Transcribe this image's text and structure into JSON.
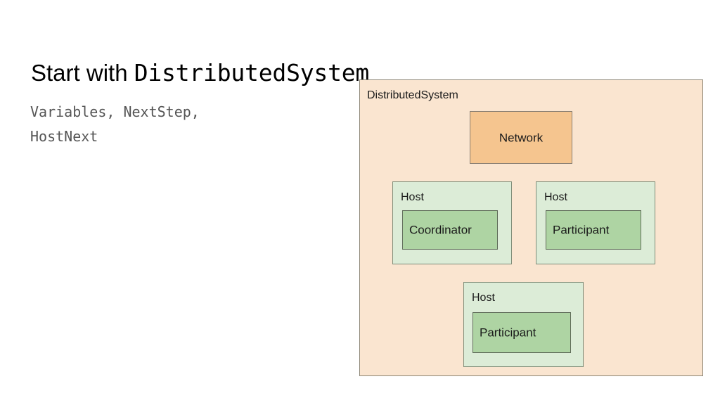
{
  "slide": {
    "title_plain": "Start with ",
    "title_mono": "DistributedSystem",
    "body_line1": "Variables, NextStep,",
    "body_line2": "HostNext"
  },
  "diagram": {
    "container_label": "DistributedSystem",
    "container_color": "#fae5d0",
    "container_border": "#8c8575",
    "network": {
      "label": "Network",
      "color": "#f5c58f",
      "border": "#897f72"
    },
    "host_color": "#dcecd7",
    "host_border": "#7f8c78",
    "role_color": "#aed4a3",
    "role_border": "#5f6b59",
    "hosts": [
      {
        "label": "Host",
        "role": "Coordinator"
      },
      {
        "label": "Host",
        "role": "Participant"
      },
      {
        "label": "Host",
        "role": "Participant"
      }
    ]
  }
}
